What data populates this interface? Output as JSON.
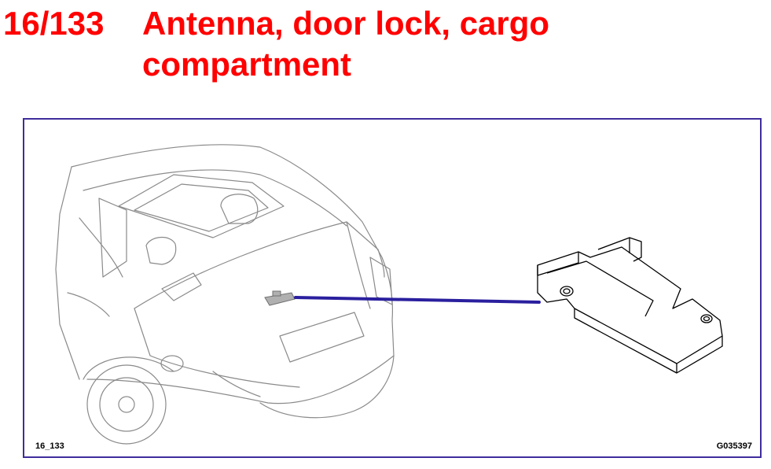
{
  "header": {
    "number": "16/133",
    "title_line1": "Antenna, door lock, cargo",
    "title_line2": "compartment"
  },
  "figure": {
    "ref_left": "16_133",
    "ref_right": "G035397"
  },
  "colors": {
    "title": "#ff0000",
    "frame": "#3f2d9c",
    "leader_line": "#2a1f9e",
    "drawing_line": "#8a8a8a",
    "component_line": "#000000"
  },
  "icons": [
    "car-rear-view-illustration",
    "antenna-component-illustration"
  ]
}
